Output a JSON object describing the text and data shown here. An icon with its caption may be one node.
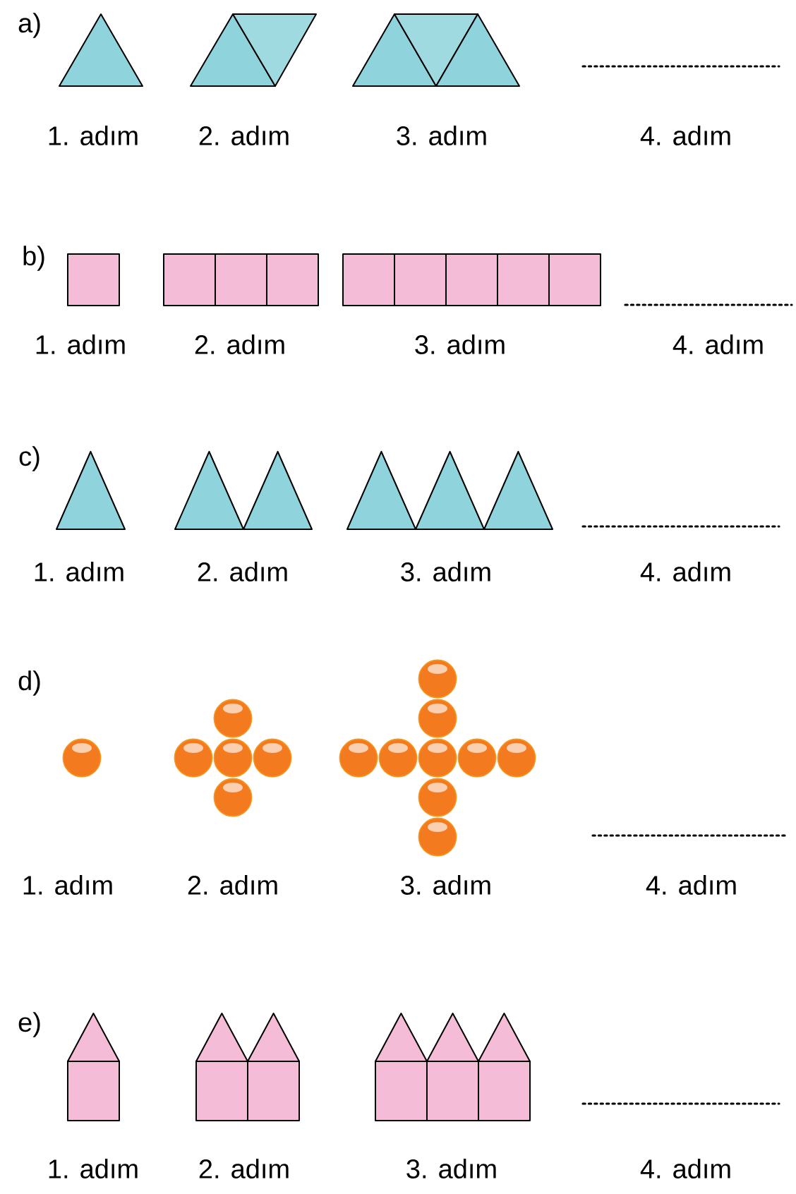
{
  "diagram": {
    "labels": [
      "a)",
      "1. adım",
      "2. adım",
      "3. adım",
      "4. adım",
      "b)",
      "1. adım",
      "2. adım",
      "3. adım",
      "4. adım",
      "c)",
      "1. adım",
      "2. adım",
      "3. adım",
      "4. adım",
      "d)",
      "1. adım",
      "2. adım",
      "3. adım",
      "4. adım",
      "e)",
      "1. adım",
      "2. adım",
      "3. adım",
      "4. adım"
    ]
  }
}
